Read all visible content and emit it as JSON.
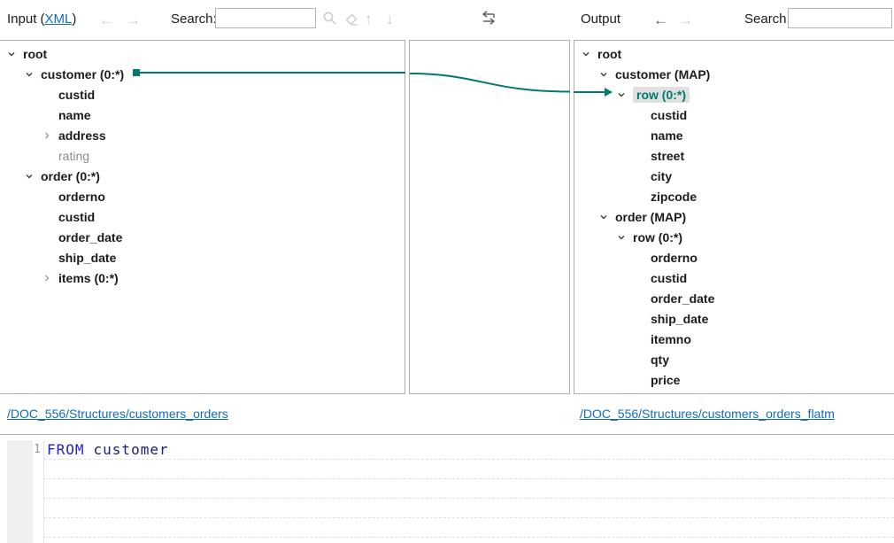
{
  "colors": {
    "accent_teal": "#00796F",
    "link_blue": "#0F6CBD",
    "keyword_blue": "#2222CC",
    "identifier_navy": "#1A1A7E",
    "highlight_bg": "#E0E0E0"
  },
  "toolbar": {
    "input_title_prefix": "Input (",
    "input_title_link": "XML",
    "input_title_suffix": ")",
    "input_search_label": "Search:",
    "input_search_value": "",
    "output_title": "Output",
    "output_search_label": "Search:",
    "output_search_value": "",
    "icons": [
      "history-back",
      "history-forward",
      "search-magnifier",
      "clear-eraser",
      "find-previous",
      "find-next",
      "swap-horizontal"
    ]
  },
  "input_panel": {
    "source_link": "/DOC_556/Structures/customers_orders",
    "nodes": [
      {
        "label": "root",
        "level": 0,
        "chevron": "expanded",
        "style": "bold"
      },
      {
        "label": "customer (0:*)",
        "level": 1,
        "chevron": "expanded",
        "style": "bold",
        "mapped": "source"
      },
      {
        "label": "custid",
        "level": 2,
        "chevron": "none",
        "style": "bold"
      },
      {
        "label": "name",
        "level": 2,
        "chevron": "none",
        "style": "bold"
      },
      {
        "label": "address",
        "level": 2,
        "chevron": "collapsed",
        "style": "bold"
      },
      {
        "label": "rating",
        "level": 2,
        "chevron": "none",
        "style": "muted"
      },
      {
        "label": "order (0:*)",
        "level": 1,
        "chevron": "expanded",
        "style": "bold"
      },
      {
        "label": "orderno",
        "level": 2,
        "chevron": "none",
        "style": "bold"
      },
      {
        "label": "custid",
        "level": 2,
        "chevron": "none",
        "style": "bold"
      },
      {
        "label": "order_date",
        "level": 2,
        "chevron": "none",
        "style": "bold"
      },
      {
        "label": "ship_date",
        "level": 2,
        "chevron": "none",
        "style": "bold"
      },
      {
        "label": "items (0:*)",
        "level": 2,
        "chevron": "collapsed",
        "style": "bold"
      }
    ]
  },
  "output_panel": {
    "source_link": "/DOC_556/Structures/customers_orders_flatm",
    "nodes": [
      {
        "label": "root",
        "level": 0,
        "chevron": "expanded",
        "style": "bold"
      },
      {
        "label": "customer (MAP)",
        "level": 1,
        "chevron": "expanded",
        "style": "bold"
      },
      {
        "label": "row (0:*)",
        "level": 2,
        "chevron": "expanded",
        "style": "highlight",
        "mapped": "target"
      },
      {
        "label": "custid",
        "level": 3,
        "chevron": "none",
        "style": "bold"
      },
      {
        "label": "name",
        "level": 3,
        "chevron": "none",
        "style": "bold"
      },
      {
        "label": "street",
        "level": 3,
        "chevron": "none",
        "style": "bold"
      },
      {
        "label": "city",
        "level": 3,
        "chevron": "none",
        "style": "bold"
      },
      {
        "label": "zipcode",
        "level": 3,
        "chevron": "none",
        "style": "bold"
      },
      {
        "label": "order (MAP)",
        "level": 1,
        "chevron": "expanded",
        "style": "bold"
      },
      {
        "label": "row (0:*)",
        "level": 2,
        "chevron": "expanded",
        "style": "bold"
      },
      {
        "label": "orderno",
        "level": 3,
        "chevron": "none",
        "style": "bold"
      },
      {
        "label": "custid",
        "level": 3,
        "chevron": "none",
        "style": "bold"
      },
      {
        "label": "order_date",
        "level": 3,
        "chevron": "none",
        "style": "bold"
      },
      {
        "label": "ship_date",
        "level": 3,
        "chevron": "none",
        "style": "bold"
      },
      {
        "label": "itemno",
        "level": 3,
        "chevron": "none",
        "style": "bold"
      },
      {
        "label": "qty",
        "level": 3,
        "chevron": "none",
        "style": "bold"
      },
      {
        "label": "price",
        "level": 3,
        "chevron": "none",
        "style": "bold"
      }
    ]
  },
  "mapping": {
    "source": "customer (0:*)",
    "target": "row (0:*)"
  },
  "editor": {
    "line_number": "1",
    "keyword": "FROM",
    "identifier": "customer"
  }
}
